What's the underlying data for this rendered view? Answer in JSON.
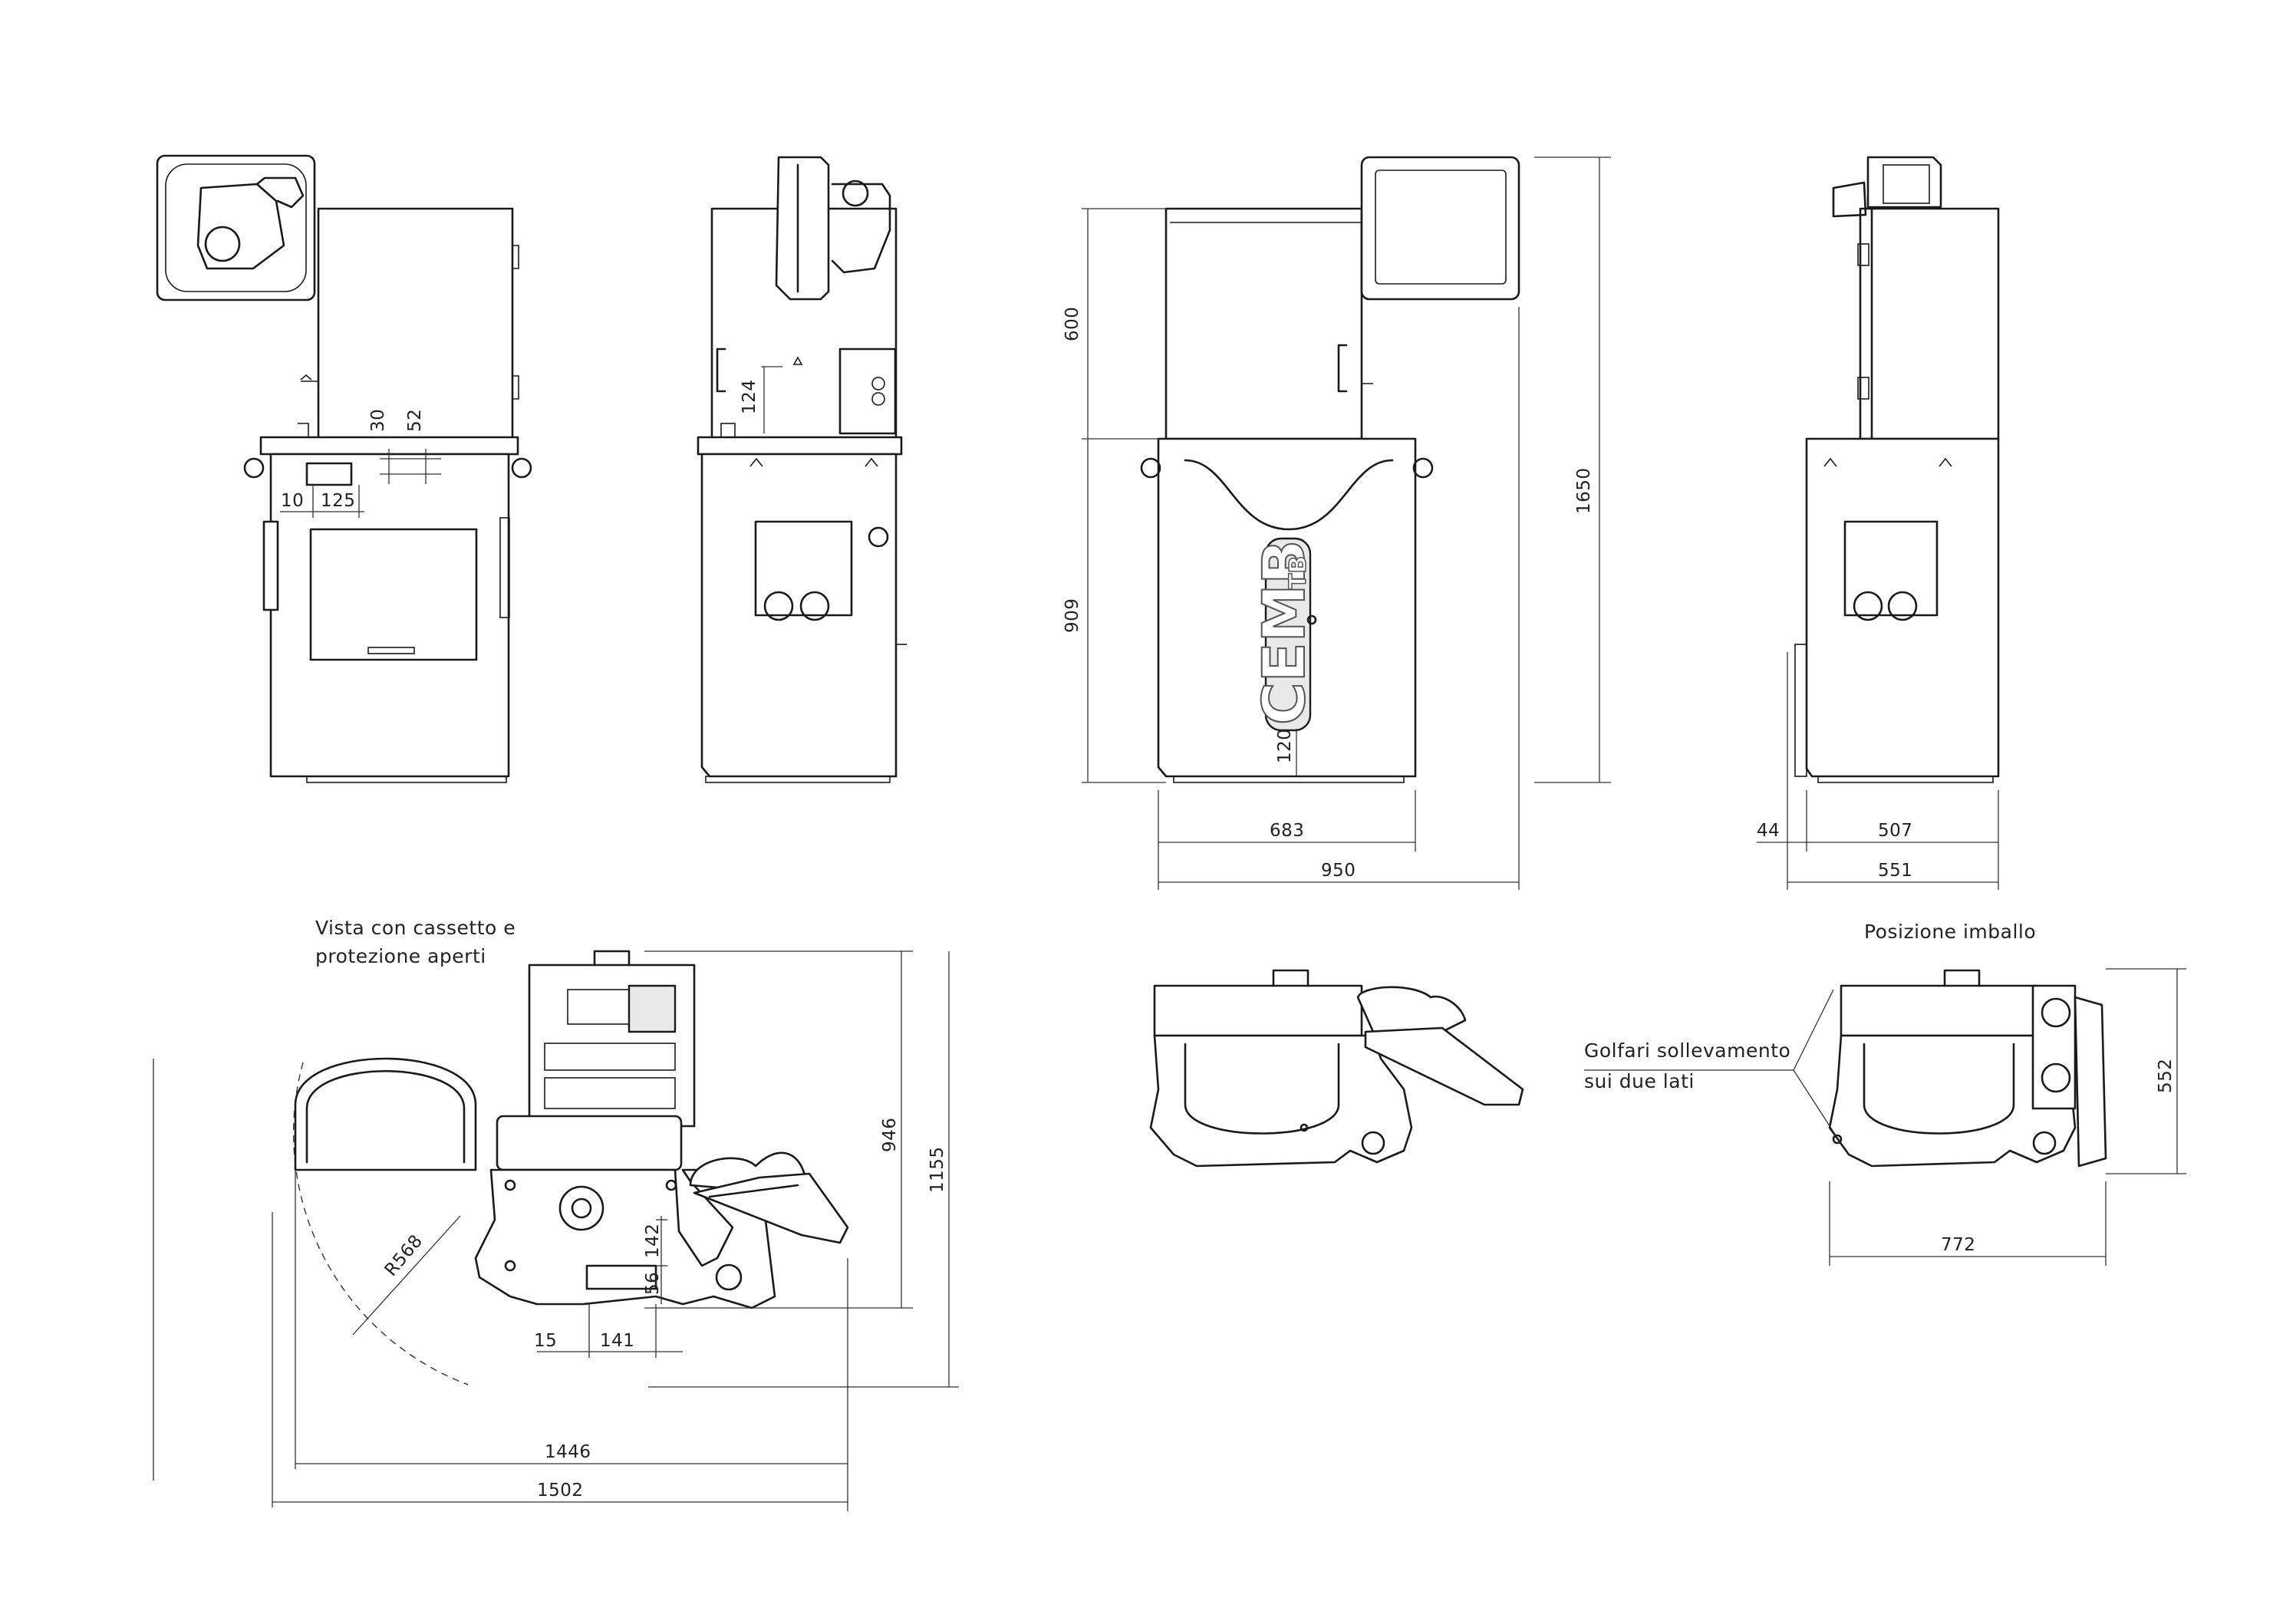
{
  "notes": {
    "open_view_line1": "Vista con cassetto e",
    "open_view_line2": "protezione aperti",
    "packing_position": "Posizione imballo",
    "lifting_eyes_line1": "Golfari sollevamento",
    "lifting_eyes_line2": "sui due lati"
  },
  "logo": {
    "brand": "CEMB",
    "sub": "TB"
  },
  "dimensions": {
    "view1": {
      "d30": "30",
      "d52": "52",
      "d10": "10",
      "d125": "125"
    },
    "view2": {
      "d124": "124"
    },
    "view3": {
      "d600": "600",
      "d909": "909",
      "d1650": "1650",
      "d120": "120",
      "d683": "683",
      "d950": "950"
    },
    "view4": {
      "d44": "44",
      "d507": "507",
      "d551": "551"
    },
    "plan_open": {
      "d946": "946",
      "d1155": "1155",
      "r568": "R568",
      "d142": "142",
      "d56": "56",
      "d15": "15",
      "d141": "141",
      "d1446": "1446",
      "d1502": "1502"
    },
    "plan_pack": {
      "d552": "552",
      "d772": "772"
    }
  },
  "colors": {
    "line": "#1a1a1a",
    "background": "#ffffff",
    "shade": "#e9e9e9"
  }
}
